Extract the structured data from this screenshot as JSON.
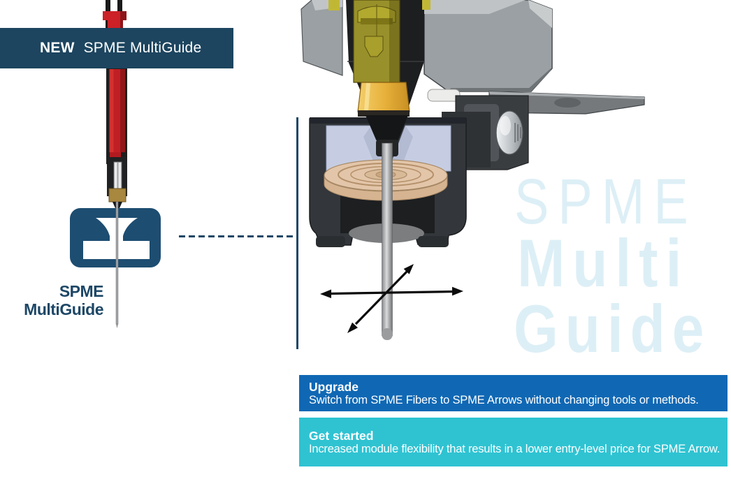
{
  "new_banner": {
    "badge": "NEW",
    "title": "SPME MultiGuide",
    "bg_color": "#1d455f",
    "text_color": "#ffffff"
  },
  "device": {
    "label_line1": "SPME",
    "label_line2": "MultiGuide",
    "label_color": "#1d4766",
    "body_color": "#c01f24",
    "barrel_color": "#1f2123",
    "tip_color": "#a8873e"
  },
  "multiguide_icon": {
    "fill_color": "#1d4d71",
    "cutout_color": "#ffffff"
  },
  "connector": {
    "style": "dashed",
    "color": "#1d4766"
  },
  "mechanism": {
    "description_colors": {
      "housing_gray": "#9aa0a3",
      "tube_black": "#1c1e20",
      "insert_olive": "#98902a",
      "ferrule_gold": "#e8b23c",
      "guide_lavender": "#c6cde2",
      "spring_disc_tan": "#e3c6a9",
      "needle_gray": "#a0a2a4",
      "arrow_black": "#0c0c0c"
    }
  },
  "watermark": {
    "line1": "SPME",
    "line2": "Multi",
    "line3": "Guide",
    "color": "#ddeff6"
  },
  "banners": {
    "upgrade": {
      "heading": "Upgrade",
      "body": "Switch from SPME Fibers to SPME Arrows without changing tools or methods.",
      "bg_color": "#1068b4",
      "text_color": "#ffffff"
    },
    "get_started": {
      "heading": "Get started",
      "body": "Increased module flexibility that results in a lower entry-level price for SPME Arrow.",
      "bg_color": "#2fc3d2",
      "text_color": "#ffffff"
    }
  }
}
